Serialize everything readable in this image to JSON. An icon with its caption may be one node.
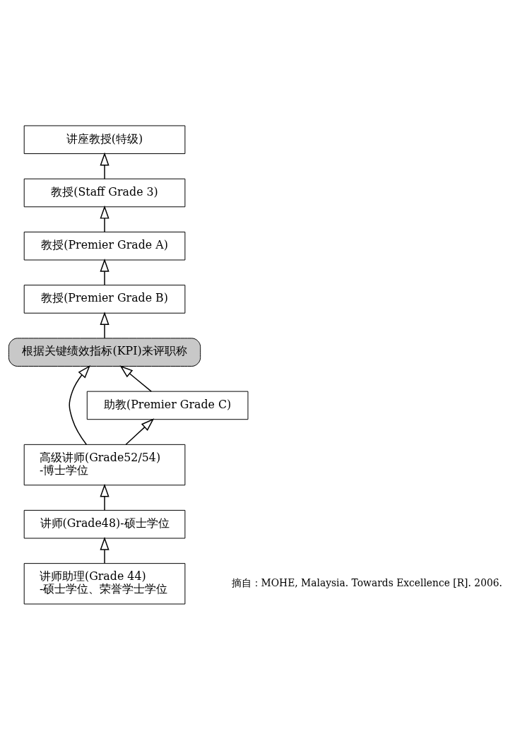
{
  "diagram": {
    "nodes": [
      {
        "text": [
          "讲座教授(特级)"
        ]
      },
      {
        "text": [
          "教授(Staff Grade 3)"
        ]
      },
      {
        "text": [
          "教授(Premier Grade A)"
        ]
      },
      {
        "text": [
          "教授(Premier Grade B)"
        ]
      },
      {
        "text": [
          "根据关键绩效指标(KPI)来评职称"
        ]
      },
      {
        "text": [
          "助教(Premier Grade C)"
        ]
      },
      {
        "text": [
          "高级讲师(Grade52/54)",
          "-博士学位"
        ]
      },
      {
        "text": [
          "讲师(Grade48)-硕士学位"
        ]
      },
      {
        "text": [
          "讲师助理(Grade 44)",
          "-硕士学位、荣誉学士学位"
        ]
      }
    ],
    "edges": [
      {
        "from": 1,
        "to": 0,
        "arrow": "to"
      },
      {
        "from": 2,
        "to": 1,
        "arrow": "to"
      },
      {
        "from": 3,
        "to": 2,
        "arrow": "to"
      },
      {
        "from": 4,
        "to": 3,
        "arrow": "to"
      },
      {
        "from": 6,
        "to": 4,
        "arrow": "to"
      },
      {
        "from": 5,
        "to": 4,
        "arrow": "to"
      },
      {
        "from": 6,
        "to": 5,
        "arrow": "to"
      },
      {
        "from": 7,
        "to": 6,
        "arrow": "to"
      },
      {
        "from": 8,
        "to": 7,
        "arrow": "to"
      }
    ],
    "labels": [
      "摘自：MOHE, Malaysia. Towards Excellence [R]. 2006."
    ]
  }
}
